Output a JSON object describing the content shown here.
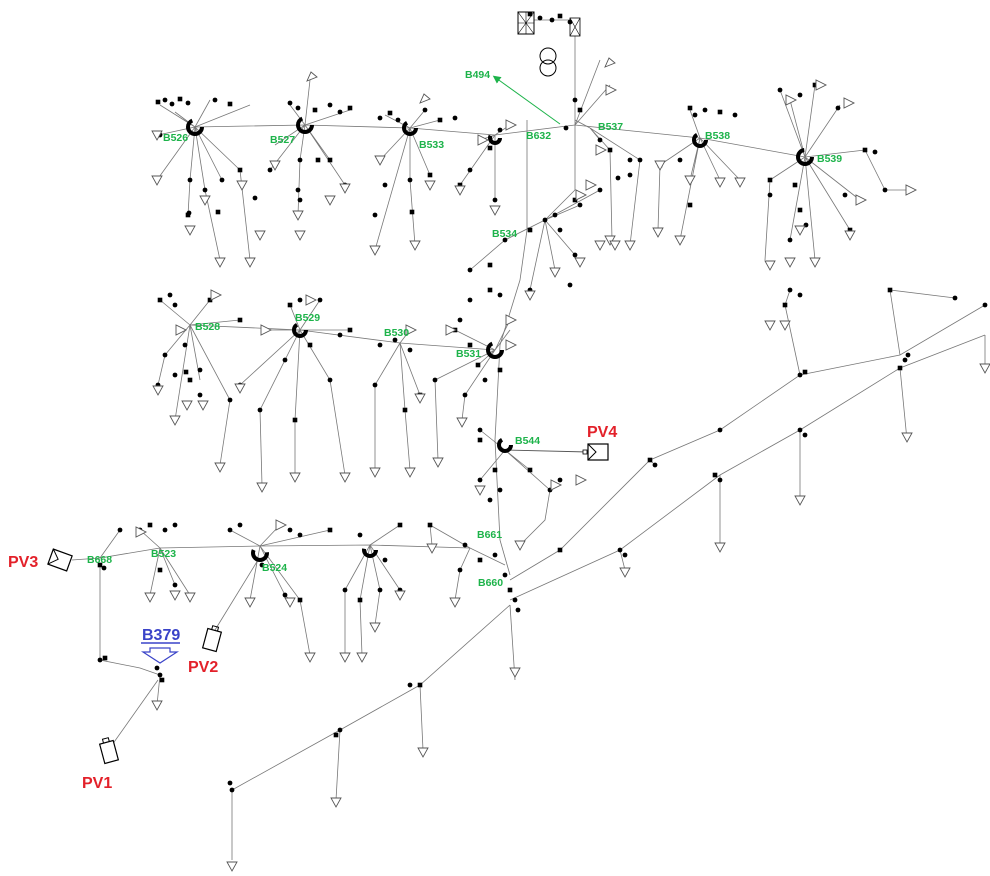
{
  "bus_labels": {
    "b494": "B494",
    "b526": "B526",
    "b527": "B527",
    "b533": "B533",
    "b632": "B632",
    "b537": "B537",
    "b538": "B538",
    "b539": "B539",
    "b534": "B534",
    "b528": "B528",
    "b529": "B529",
    "b530": "B530",
    "b531": "B531",
    "b544": "B544",
    "b661": "B661",
    "b660": "B660",
    "b668": "B668",
    "b523": "B523",
    "b524": "B524"
  },
  "pv_labels": {
    "pv1": "PV1",
    "pv2": "PV2",
    "pv3": "PV3",
    "pv4": "PV4"
  },
  "marker": {
    "label": "B379"
  },
  "colors": {
    "bus_label": "#1db34a",
    "pv_label": "#e3212a",
    "marker": "#3a43c8",
    "lines": "#777777",
    "nodes": "#000000"
  }
}
